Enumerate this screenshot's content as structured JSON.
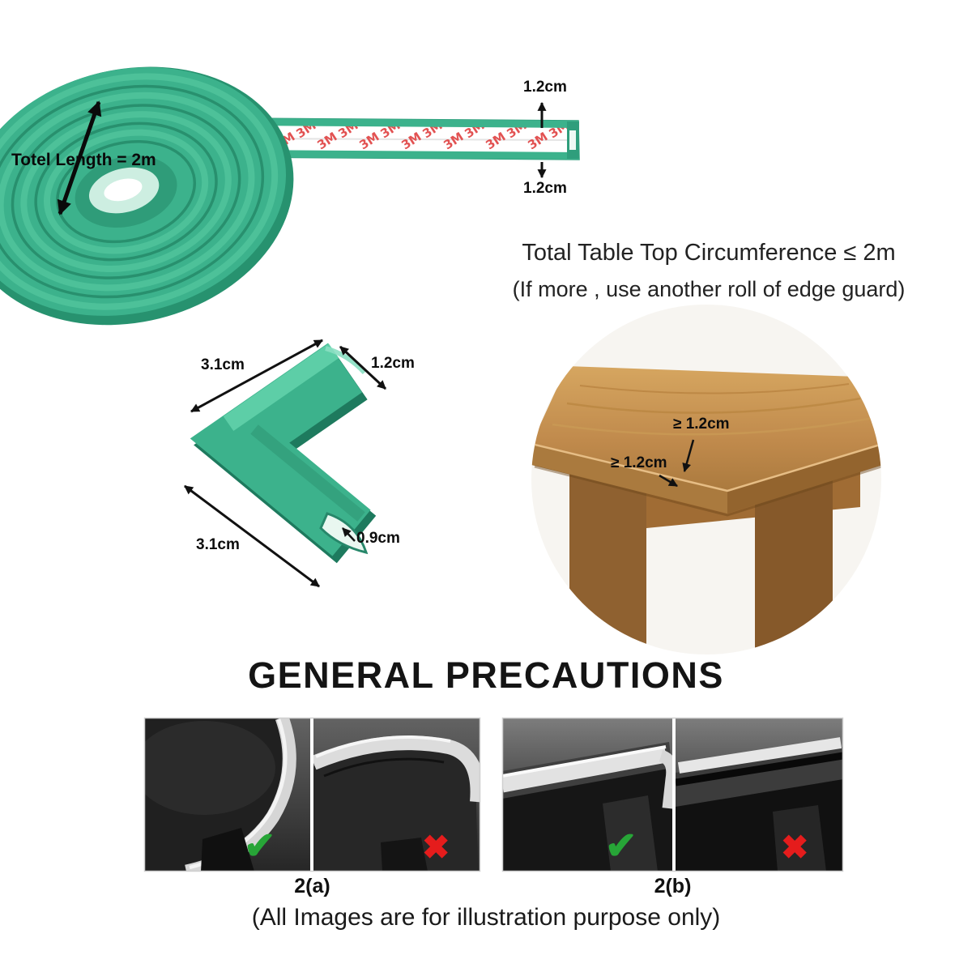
{
  "coil": {
    "length_label": "Totel Length = 2m"
  },
  "strip": {
    "brand": "3M",
    "top_dim": "1.2cm",
    "bottom_dim": "1.2cm"
  },
  "note": {
    "line1": "Total Table Top Circumference ≤ 2m",
    "line2": "(If more , use another roll of edge guard)"
  },
  "corner": {
    "top_arm": "3.1cm",
    "top_width": "1.2cm",
    "bottom_arm": "3.1cm",
    "thickness": "0.9cm"
  },
  "table": {
    "min_edge_top": "≥ 1.2cm",
    "min_edge_side": "≥ 1.2cm"
  },
  "precautions": {
    "title": "GENERAL PRECAUTIONS",
    "label_a": "2(a)",
    "label_b": "2(b)",
    "check_mark": "✔",
    "cross_mark": "✖"
  },
  "footer": {
    "text": "(All Images are for illustration purpose only)"
  },
  "colors": {
    "guard_green": "#3cb28c",
    "brand_red": "#e25252",
    "check_green": "#27a537",
    "cross_red": "#e51c1c",
    "wood_brown": "#c08a4c"
  }
}
